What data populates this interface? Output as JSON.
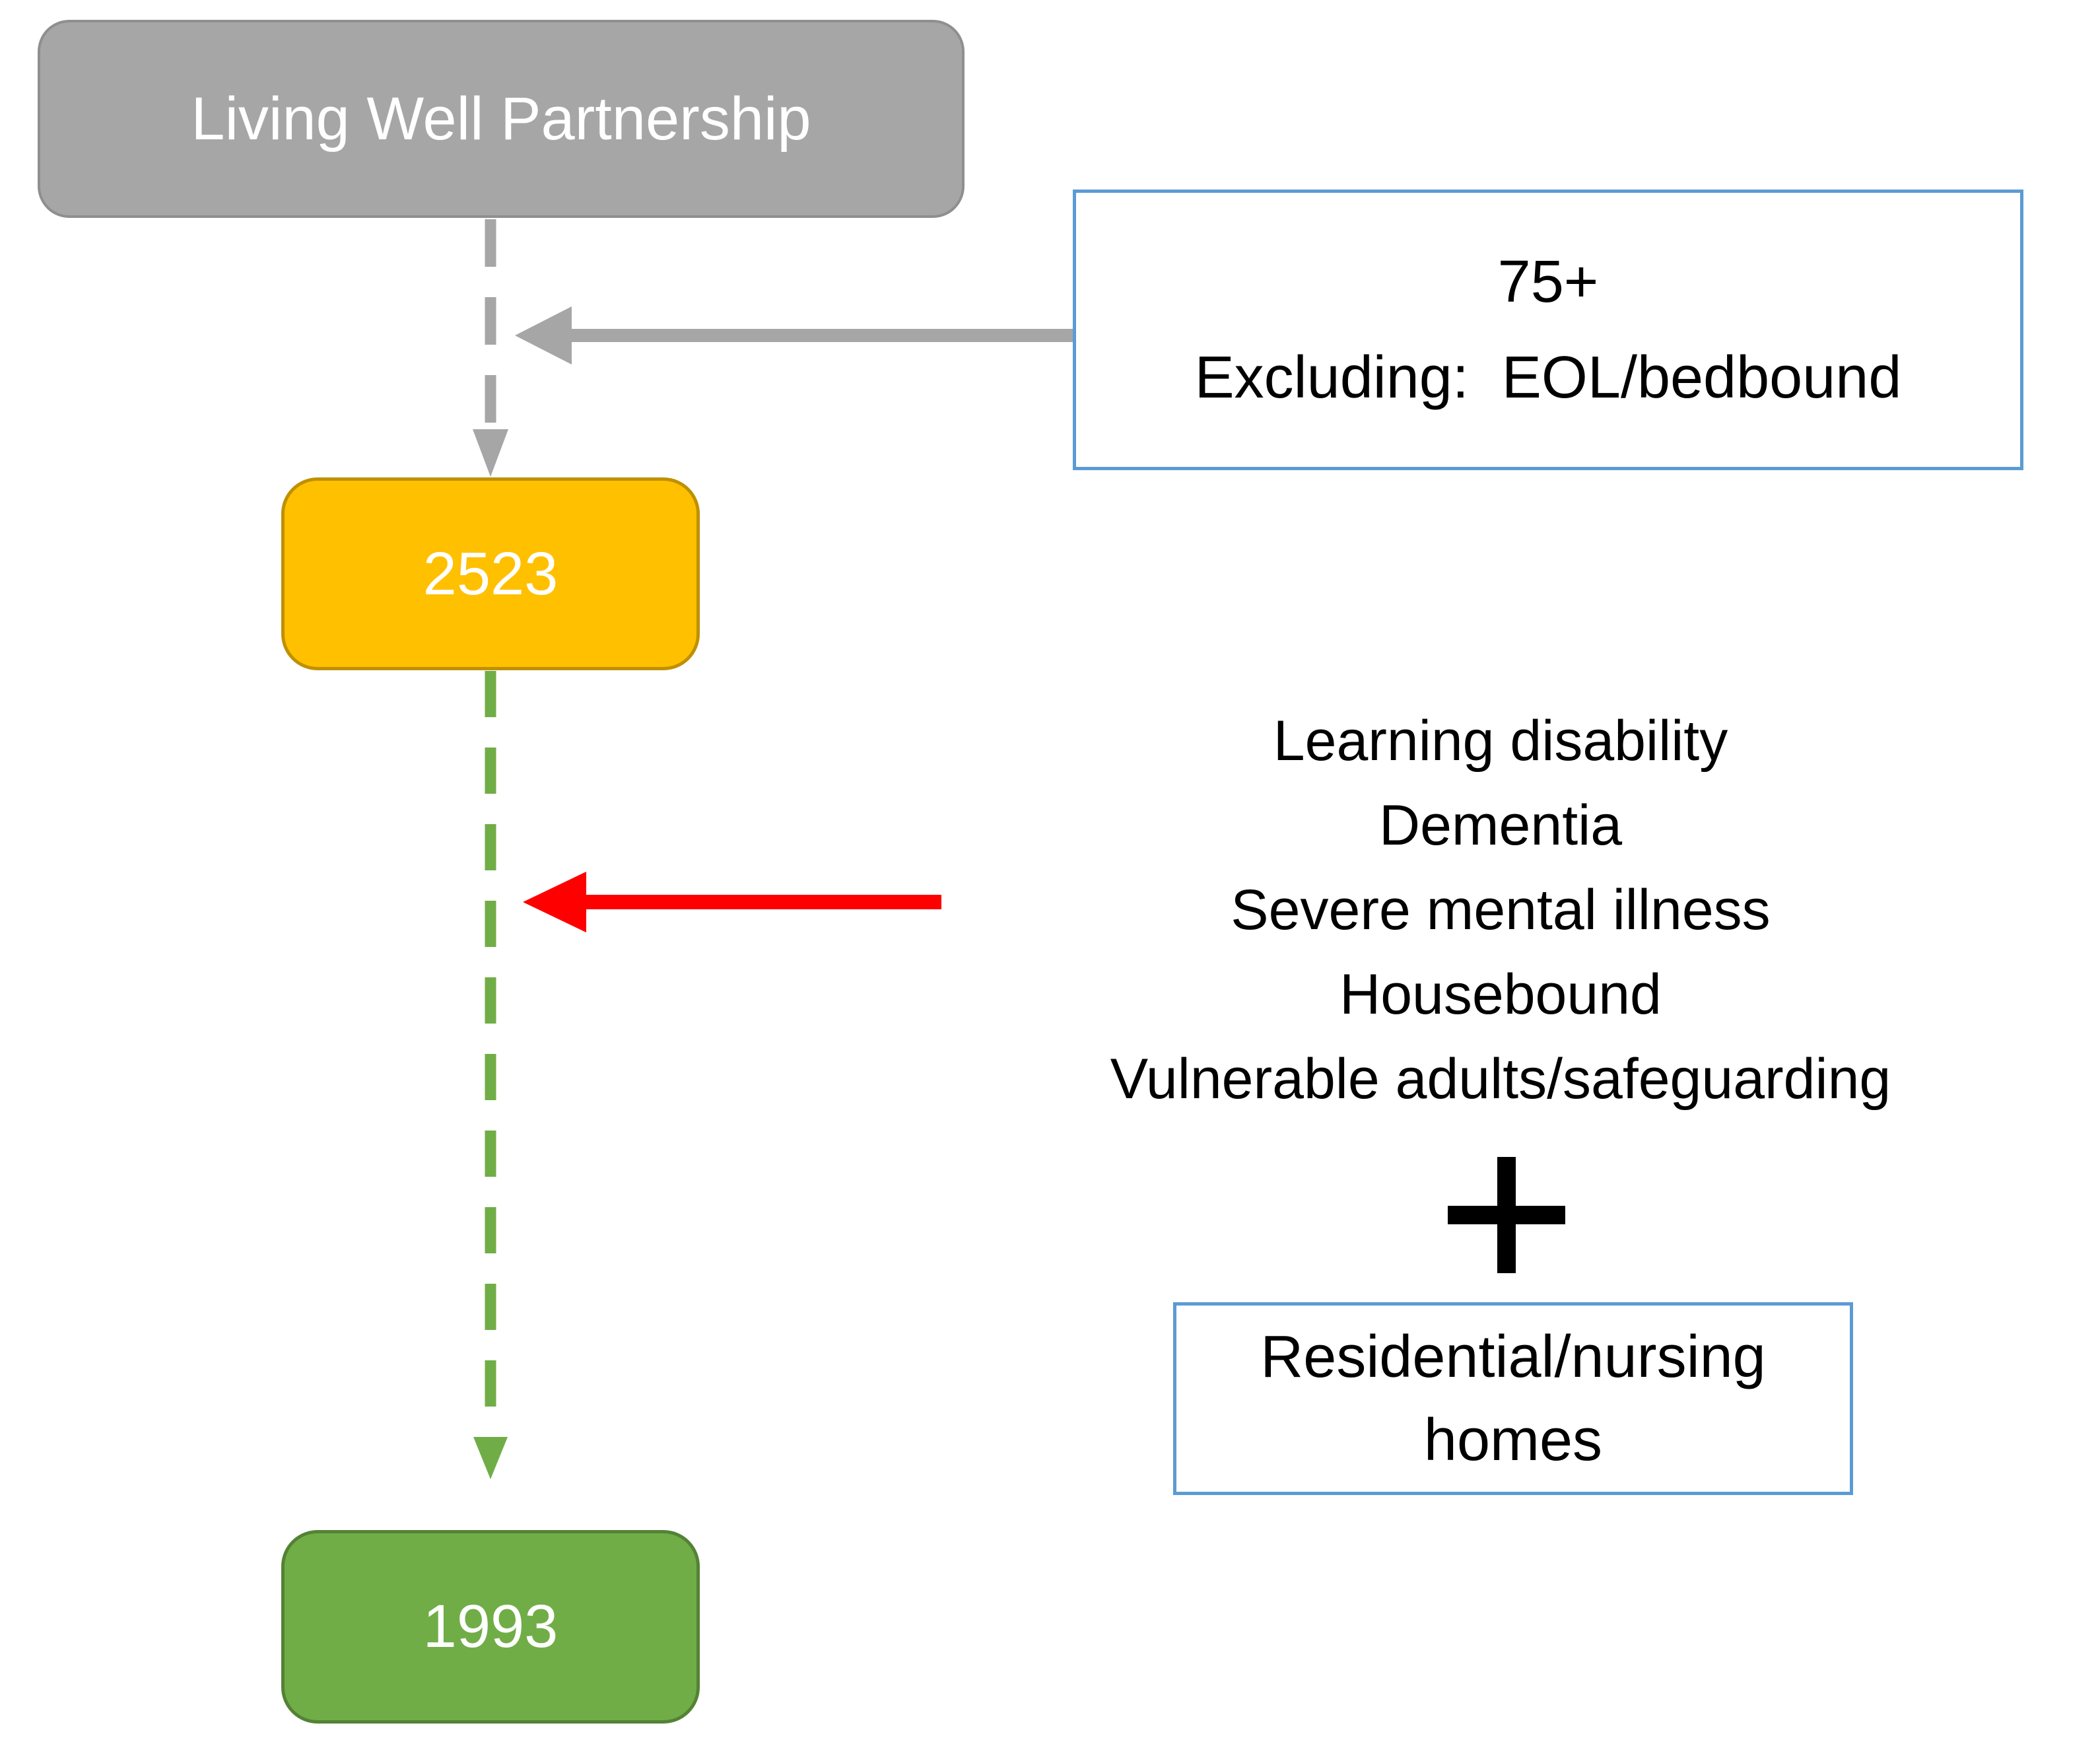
{
  "flow": {
    "title_box": "Living Well Partnership",
    "stage1_count": "2523",
    "stage2_count": "1993",
    "exclusion1": {
      "line1": "75+",
      "line2": "Excluding:  EOL/bedbound"
    },
    "exclusion2": {
      "items": [
        "Learning disability",
        "Dementia",
        "Severe mental illness",
        "Housebound",
        "Vulnerable adults/safeguarding"
      ]
    },
    "plus_symbol": "+",
    "addition_box": "Residential/nursing homes"
  },
  "colors": {
    "background": "#FFFFFF",
    "gray_fill": "#A6A6A6",
    "gray_border": "#8F8F8F",
    "orange_fill": "#FFC000",
    "orange_border": "#BF9000",
    "green_fill": "#70AD47",
    "green_border": "#548235",
    "blue_border": "#5B9BD5",
    "connector_gray": "#A6A6A6",
    "connector_green": "#70AD47",
    "red_arrow": "#FF0000",
    "plus_color": "#000000",
    "black_text": "#000000",
    "box_text_white": "#FFFFFF"
  }
}
